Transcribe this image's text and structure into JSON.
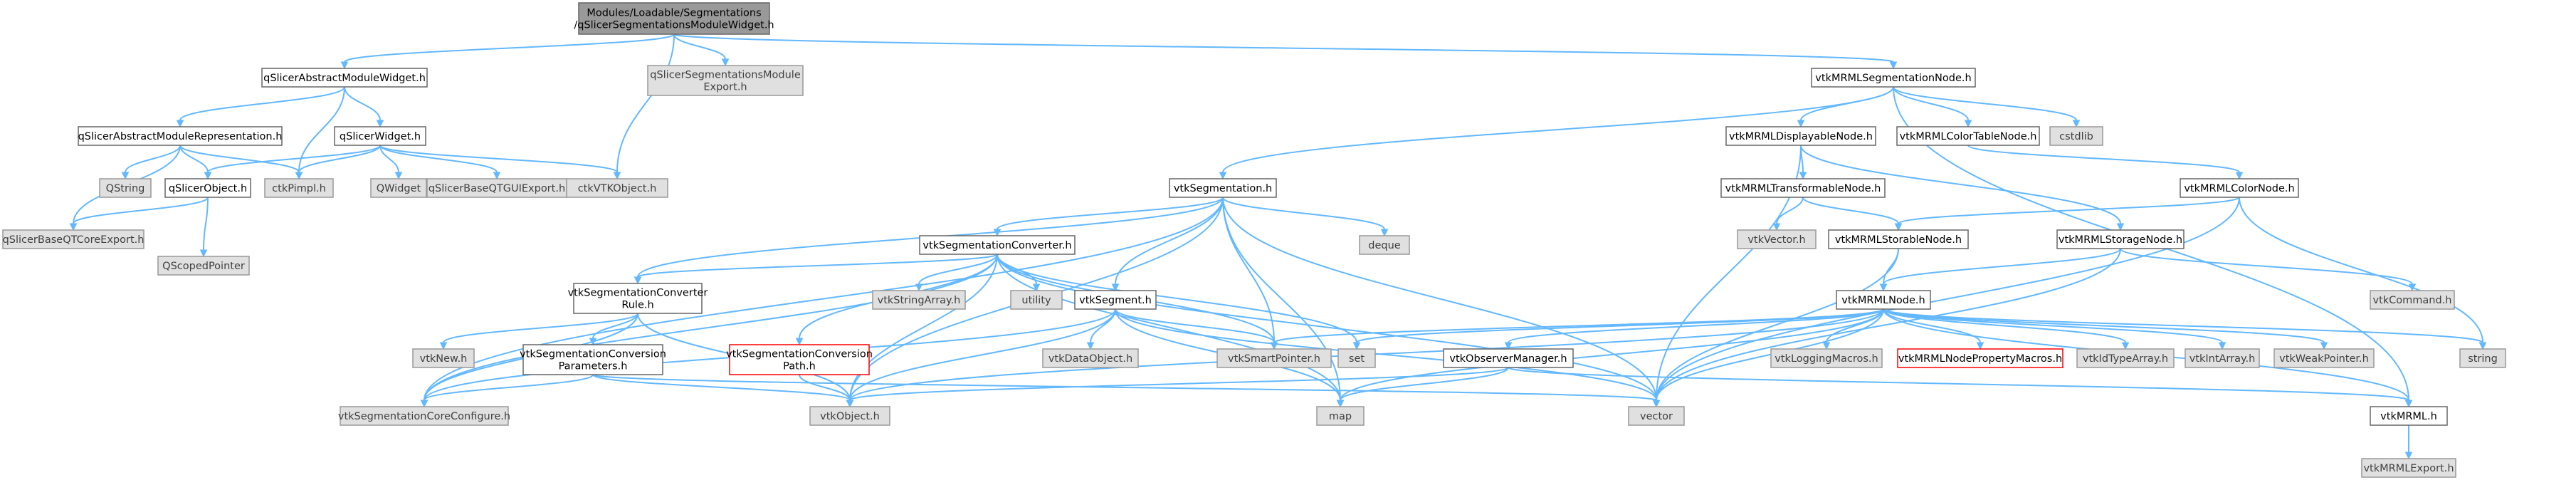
{
  "colors": {
    "root_fill": "#999999",
    "root_stroke": "#666666",
    "node_fill": "#ffffff",
    "node_stroke": "#666666",
    "ext_fill": "#e0e0e0",
    "ext_stroke": "#999999",
    "ext_text": "#404040",
    "missing_stroke": "#ff0000",
    "edge": "#63B8FF",
    "text": "#000000"
  },
  "nodes": {
    "root": [
      "Modules/Loadable/Segmentations",
      "/qSlicerSegmentationsModuleWidget.h"
    ],
    "qSlicerAbstractModuleWidget": [
      "qSlicerAbstractModuleWidget.h"
    ],
    "qSlicerSegmentationsModuleExport": [
      "qSlicerSegmentationsModule",
      "Export.h"
    ],
    "vtkMRMLSegmentationNode": [
      "vtkMRMLSegmentationNode.h"
    ],
    "qSlicerAbstractModuleRepresentation": [
      "qSlicerAbstractModuleRepresentation.h"
    ],
    "qSlicerWidget": [
      "qSlicerWidget.h"
    ],
    "vtkMRMLDisplayableNode": [
      "vtkMRMLDisplayableNode.h"
    ],
    "vtkMRMLColorTableNode": [
      "vtkMRMLColorTableNode.h"
    ],
    "cstdlib": [
      "cstdlib"
    ],
    "QString": [
      "QString"
    ],
    "qSlicerObject": [
      "qSlicerObject.h"
    ],
    "ctkPimpl": [
      "ctkPimpl.h"
    ],
    "QWidget": [
      "QWidget"
    ],
    "qSlicerBaseQTGUIExport": [
      "qSlicerBaseQTGUIExport.h"
    ],
    "ctkVTKObject": [
      "ctkVTKObject.h"
    ],
    "vtkSegmentation": [
      "vtkSegmentation.h"
    ],
    "vtkMRMLTransformableNode": [
      "vtkMRMLTransformableNode.h"
    ],
    "vtkMRMLColorNode": [
      "vtkMRMLColorNode.h"
    ],
    "qSlicerBaseQTCoreExport": [
      "qSlicerBaseQTCoreExport.h"
    ],
    "QScopedPointer": [
      "QScopedPointer"
    ],
    "vtkSegmentationConverter": [
      "vtkSegmentationConverter.h"
    ],
    "deque": [
      "deque"
    ],
    "vtkVector": [
      "vtkVector.h"
    ],
    "vtkMRMLStorableNode": [
      "vtkMRMLStorableNode.h"
    ],
    "vtkMRMLStorageNode": [
      "vtkMRMLStorageNode.h"
    ],
    "vtkSegmentationConverterRule": [
      "vtkSegmentationConverter",
      "Rule.h"
    ],
    "vtkStringArray": [
      "vtkStringArray.h"
    ],
    "utility": [
      "utility"
    ],
    "vtkSegment": [
      "vtkSegment.h"
    ],
    "vtkMRMLNode": [
      "vtkMRMLNode.h"
    ],
    "vtkCommand": [
      "vtkCommand.h"
    ],
    "vtkNew": [
      "vtkNew.h"
    ],
    "vtkSegmentationConversionParameters": [
      "vtkSegmentationConversion",
      "Parameters.h"
    ],
    "vtkSegmentationConversionPath": [
      "vtkSegmentationConversion",
      "Path.h"
    ],
    "vtkDataObject": [
      "vtkDataObject.h"
    ],
    "vtkSmartPointer": [
      "vtkSmartPointer.h"
    ],
    "set": [
      "set"
    ],
    "vtkObserverManager": [
      "vtkObserverManager.h"
    ],
    "vtkLoggingMacros": [
      "vtkLoggingMacros.h"
    ],
    "vtkMRMLNodePropertyMacros": [
      "vtkMRMLNodePropertyMacros.h"
    ],
    "vtkIdTypeArray": [
      "vtkIdTypeArray.h"
    ],
    "vtkIntArray": [
      "vtkIntArray.h"
    ],
    "vtkWeakPointer": [
      "vtkWeakPointer.h"
    ],
    "string": [
      "string"
    ],
    "vtkSegmentationCoreConfigure": [
      "vtkSegmentationCoreConfigure.h"
    ],
    "vtkObject": [
      "vtkObject.h"
    ],
    "map": [
      "map"
    ],
    "vector": [
      "vector"
    ],
    "vtkMRML": [
      "vtkMRML.h"
    ],
    "vtkMRMLExport": [
      "vtkMRMLExport.h"
    ]
  }
}
